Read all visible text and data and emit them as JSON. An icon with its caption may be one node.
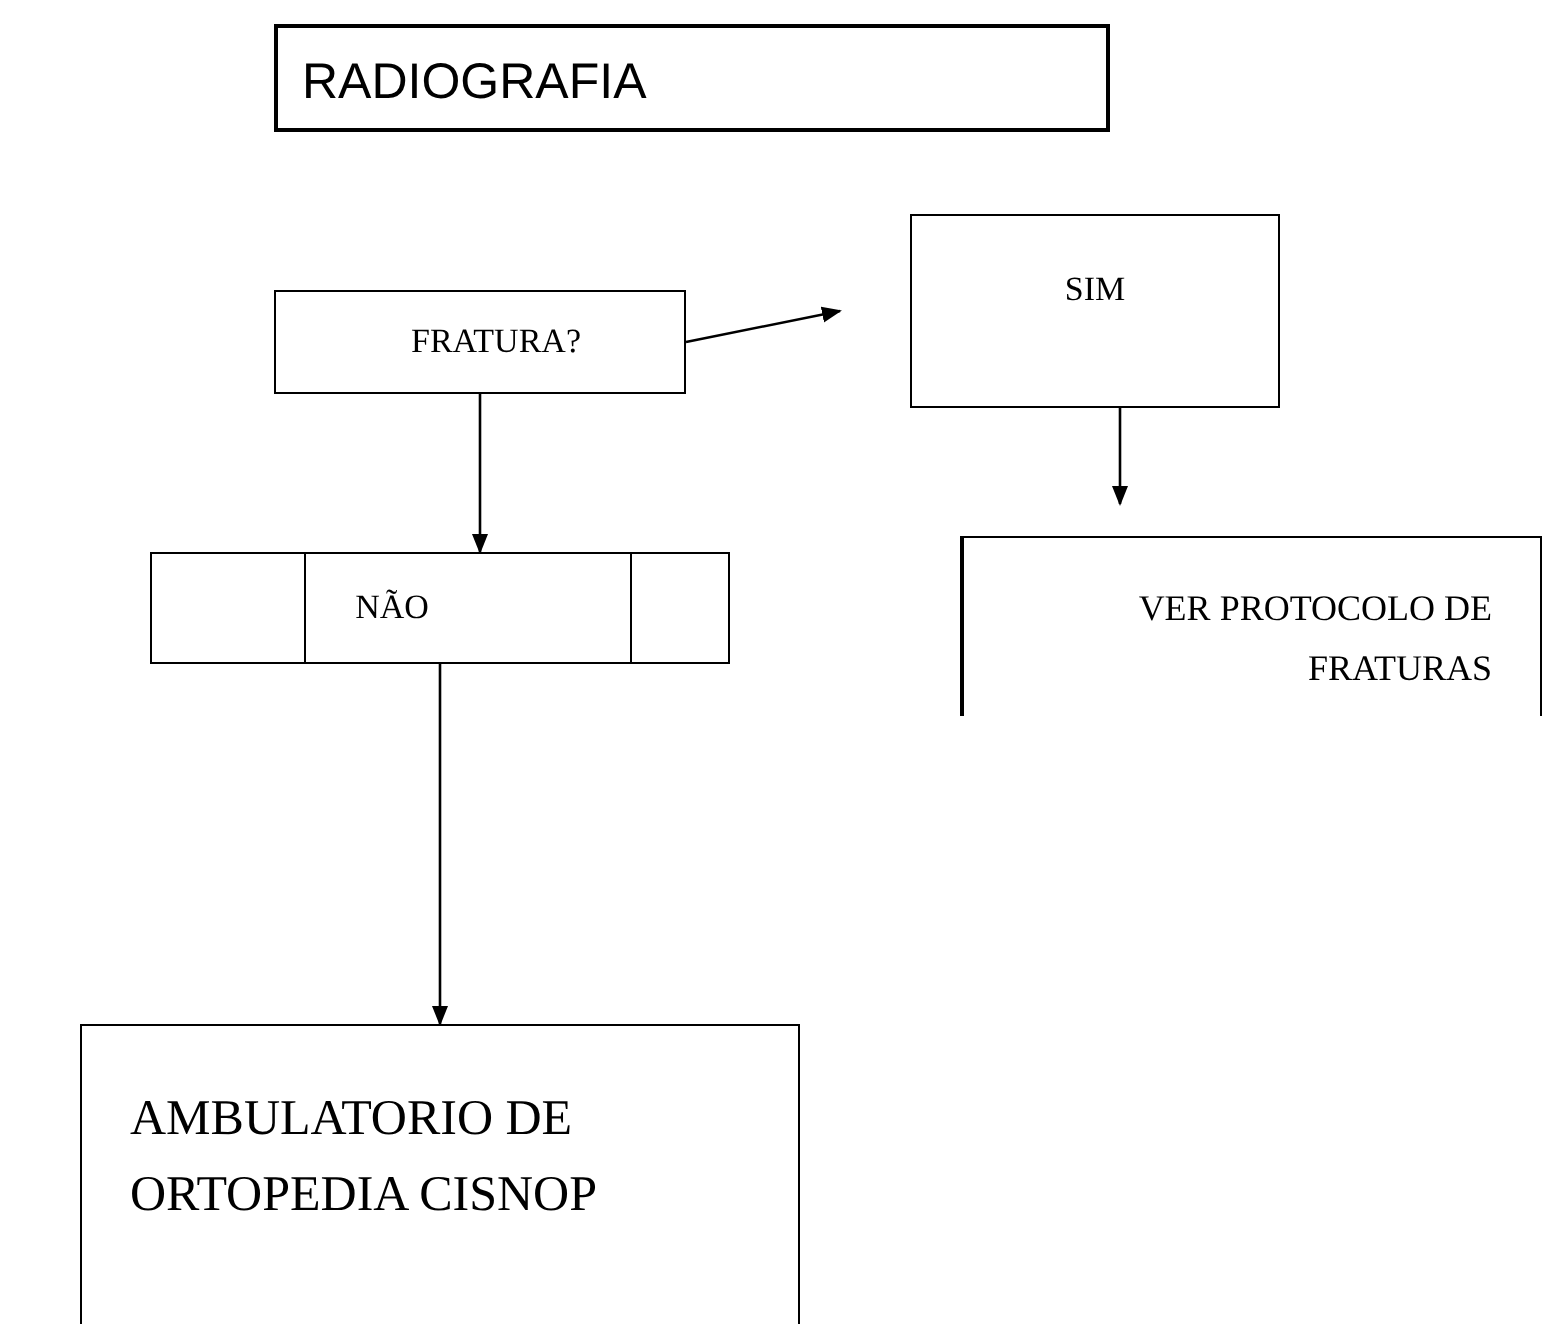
{
  "diagram": {
    "nodes": [
      {
        "text": [
          "RADIOGRAFIA"
        ]
      },
      {
        "text": [
          "FRATURA?"
        ]
      },
      {
        "text": [
          "SIM"
        ]
      },
      {
        "text": [
          "NÃO"
        ]
      },
      {
        "text": [
          "VER PROTOCOLO DE FRATURAS"
        ]
      },
      {
        "text": [
          "AMBULATORIO DE ORTOPEDIA CISNOP"
        ]
      }
    ],
    "edges": [
      {
        "from": 1,
        "to": 2,
        "arrow": "to"
      },
      {
        "from": 1,
        "to": 3,
        "arrow": "to"
      },
      {
        "from": 2,
        "to": 4,
        "arrow": "to"
      },
      {
        "from": 3,
        "to": 5,
        "arrow": "to"
      }
    ]
  }
}
